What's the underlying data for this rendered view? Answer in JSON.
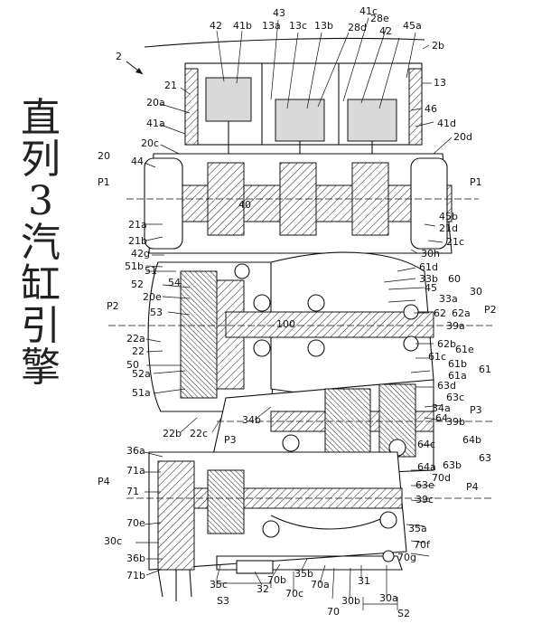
{
  "caption": [
    "直",
    "列",
    "3",
    "汽",
    "缸",
    "引",
    "擎"
  ],
  "figure_number": "2",
  "labels": [
    "42",
    "41b",
    "43",
    "13a",
    "13c",
    "13b",
    "41c",
    "28d",
    "28e",
    "42",
    "45a",
    "2b",
    "13",
    "21",
    "20a",
    "41a",
    "20c",
    "44",
    "20",
    "P1",
    "21a",
    "21b",
    "42g",
    "51b",
    "51",
    "52",
    "54",
    "20e",
    "53",
    "P2",
    "22a",
    "22",
    "50",
    "52a",
    "51a",
    "22b",
    "22c",
    "34b",
    "P3",
    "36a",
    "71a",
    "71",
    "P4",
    "70e",
    "30c",
    "36b",
    "71b",
    "35c",
    "S3",
    "32",
    "70b",
    "70c",
    "35b",
    "70a",
    "70",
    "31",
    "30b",
    "30a",
    "S2",
    "46",
    "41d",
    "20d",
    "P1",
    "45b",
    "21d",
    "21c",
    "30h",
    "61d",
    "33b",
    "60",
    "45",
    "33a",
    "30",
    "62",
    "62a",
    "P2",
    "39a",
    "62b",
    "61e",
    "61c",
    "61b",
    "61a",
    "61",
    "63d",
    "63c",
    "34a",
    "39b",
    "64",
    "P3",
    "64b",
    "64c",
    "63b",
    "64a",
    "63",
    "70d",
    "63e",
    "39c",
    "P4",
    "35a",
    "70f",
    "70g",
    "40",
    "100"
  ]
}
